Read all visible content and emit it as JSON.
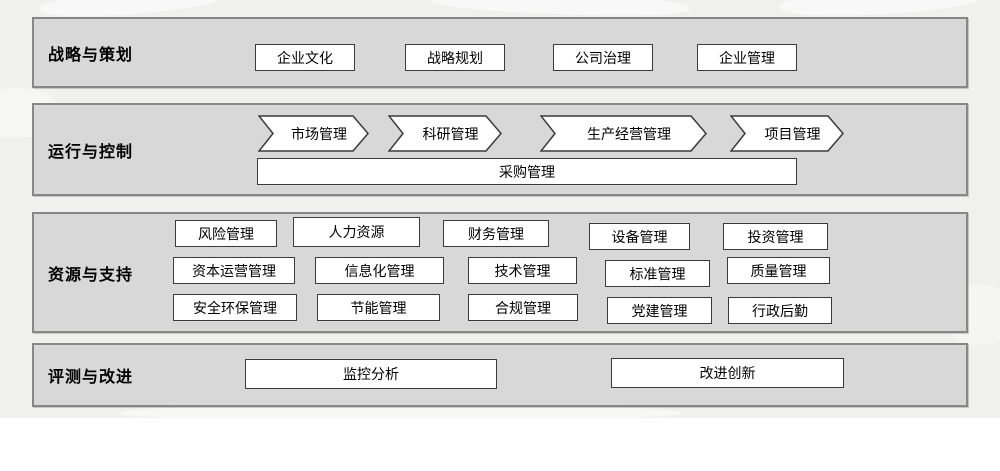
{
  "colors": {
    "page_bg": "#f0f0ef",
    "band_fill": "#d8d8d8",
    "band_border": "#878787",
    "box_fill": "#ffffff",
    "box_border": "#3a3a3a",
    "text": "#000000"
  },
  "bands": [
    {
      "id": "strategy",
      "label": "战略与策划",
      "boxes": [
        "企业文化",
        "战略规划",
        "公司治理",
        "企业管理"
      ]
    },
    {
      "id": "operation",
      "label": "运行与控制",
      "chevrons": [
        "市场管理",
        "科研管理",
        "生产经营管理",
        "项目管理"
      ],
      "wide_box": "采购管理"
    },
    {
      "id": "resources",
      "label": "资源与支持",
      "rows": [
        [
          "风险管理",
          "人力资源",
          "财务管理",
          "设备管理",
          "投资管理"
        ],
        [
          "资本运营管理",
          "信息化管理",
          "技术管理",
          "标准管理",
          "质量管理"
        ],
        [
          "安全环保管理",
          "节能管理",
          "合规管理",
          "党建管理",
          "行政后勤"
        ]
      ]
    },
    {
      "id": "evaluation",
      "label": "评测与改进",
      "boxes": [
        "监控分析",
        "改进创新"
      ]
    }
  ]
}
